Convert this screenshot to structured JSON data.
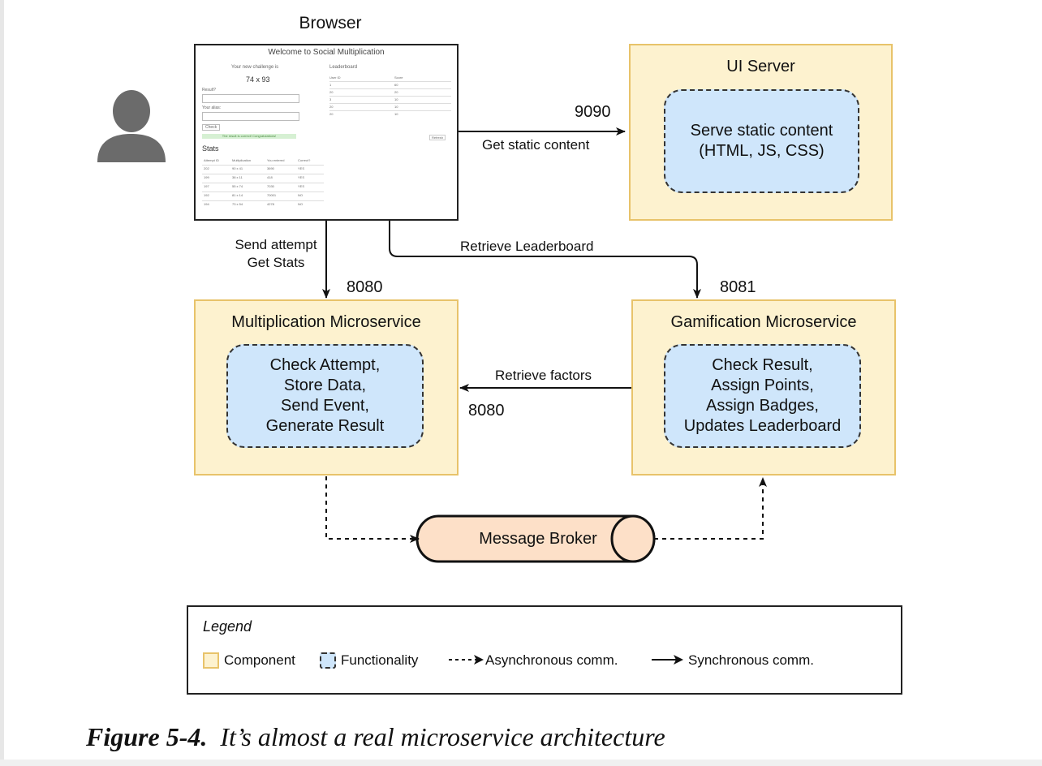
{
  "browser": {
    "label": "Browser",
    "mock": {
      "welcome": "Welcome to Social Multiplication",
      "challenge_label": "Your new challenge is",
      "challenge_value": "74 x 93",
      "result_label": "Result?",
      "alias_label": "Your alias:",
      "check_button": "Check",
      "success_message": "The result is correct! Congratulations!",
      "leaderboard_title": "Leaderboard",
      "leaderboard_headers": [
        "User ID",
        "Score"
      ],
      "leaderboard_rows": [
        [
          "1",
          "60"
        ],
        [
          "20",
          "20"
        ],
        [
          "3",
          "10"
        ],
        [
          "20",
          "10"
        ],
        [
          "20",
          "10"
        ]
      ],
      "refresh_button": "Refresh",
      "stats_title": "Stats",
      "stats_headers": [
        "Attempt ID",
        "Multiplication",
        "You entered",
        "Correct?"
      ],
      "stats_rows": [
        [
          "202",
          "90 x 41",
          "3690",
          "YES"
        ],
        [
          "199",
          "38 x 11",
          "418",
          "YES"
        ],
        [
          "197",
          "55 x 74",
          "7030",
          "YES"
        ],
        [
          "192",
          "81 x 14",
          "70001",
          "NO"
        ],
        [
          "194",
          "73 x 54",
          "4278",
          "NO"
        ]
      ]
    }
  },
  "ui_server": {
    "title": "UI Server",
    "function": "Serve static content\n(HTML, JS, CSS)"
  },
  "multiplication": {
    "title": "Multiplication Microservice",
    "function": "Check Attempt,\nStore Data,\nSend Event,\nGenerate Result"
  },
  "gamification": {
    "title": "Gamification Microservice",
    "function": "Check Result,\nAssign Points,\nAssign Badges,\nUpdates Leaderboard"
  },
  "broker": {
    "label": "Message Broker"
  },
  "edges": {
    "static_port": "9090",
    "static_label": "Get static content",
    "attempt_label_1": "Send attempt",
    "attempt_label_2": "Get Stats",
    "attempt_port": "8080",
    "leaderboard_label": "Retrieve Leaderboard",
    "leaderboard_port": "8081",
    "factors_label": "Retrieve factors",
    "factors_port": "8080"
  },
  "legend": {
    "title": "Legend",
    "component": "Component",
    "functionality": "Functionality",
    "async": "Asynchronous comm.",
    "sync": "Synchronous comm."
  },
  "colors": {
    "component_fill": "#fdf2cf",
    "component_border": "#e8c36a",
    "functionality_fill": "#cfe6fb",
    "broker_fill": "#fde0c8",
    "user_icon": "#6b6b6b"
  },
  "caption": {
    "label": "Figure 5-4.",
    "text": "It’s almost a real microservice architecture"
  }
}
